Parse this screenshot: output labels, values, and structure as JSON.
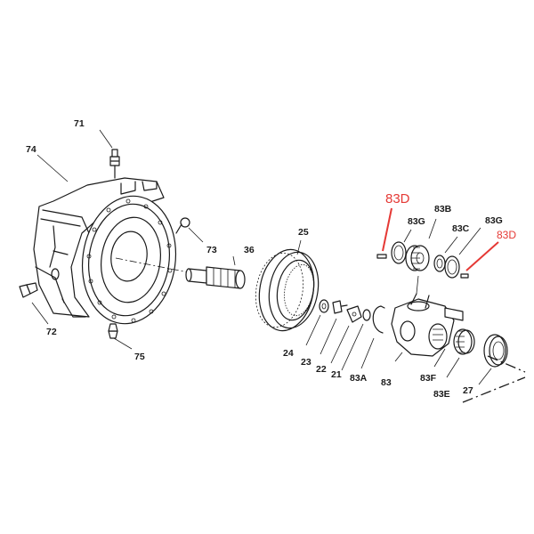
{
  "colors": {
    "line": "#1a1a1a",
    "highlight": "#e53935",
    "background": "#ffffff"
  },
  "labels": {
    "p71": "71",
    "p74": "74",
    "p72": "72",
    "p73": "73",
    "p75": "75",
    "p36": "36",
    "p25": "25",
    "p24": "24",
    "p23": "23",
    "p22": "22",
    "p21": "21",
    "p83A": "83A",
    "p83": "83",
    "p83F": "83F",
    "p83E": "83E",
    "p27": "27",
    "p83B": "83B",
    "p83G_left": "83G",
    "p83C": "83C",
    "p83G_right": "83G",
    "p83D_left": "83D",
    "p83D_right": "83D"
  }
}
